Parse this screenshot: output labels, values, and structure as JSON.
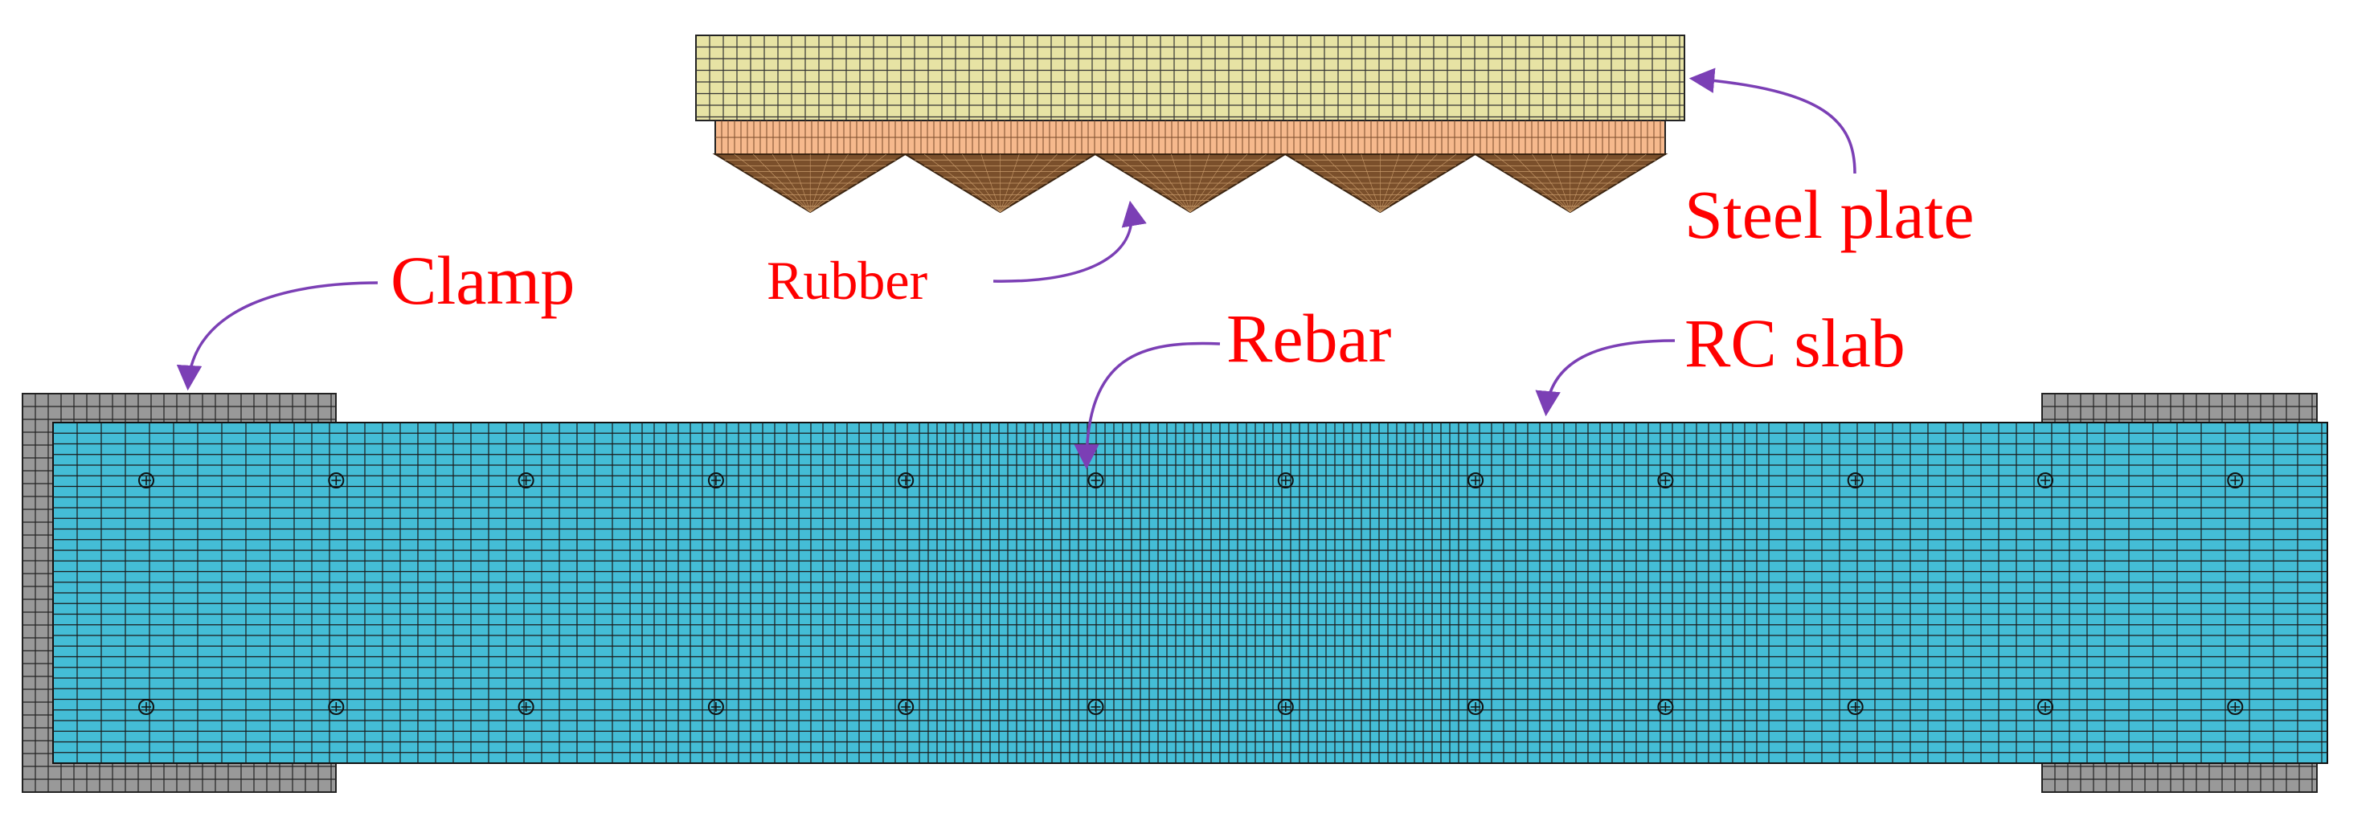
{
  "figure": {
    "labels": {
      "steel_plate": "Steel plate",
      "rubber": "Rubber",
      "clamp": "Clamp",
      "rebar": "Rebar",
      "rc_slab": "RC slab"
    },
    "colors": {
      "steel_plate": "#e7e3a4",
      "rubber_layer": "#f6b98d",
      "rubber_pyramid": "#7a4f2b",
      "clamp": "#999999",
      "slab": "#44bdd6",
      "mesh_line": "#111111",
      "label_text": "#ff0000",
      "arrow": "#7b3fb5"
    },
    "rubber_pyramid_count": 5,
    "rebar_columns": 12,
    "rebar_rows": 2
  }
}
